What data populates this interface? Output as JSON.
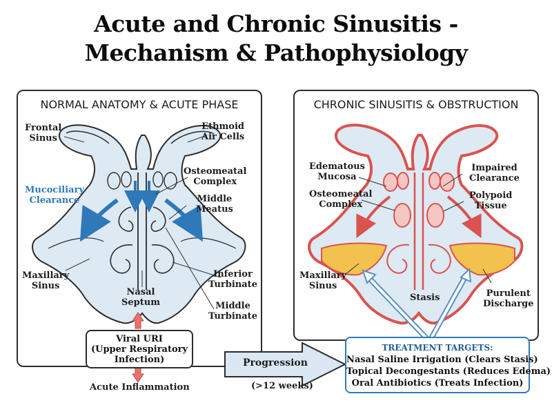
{
  "title": {
    "line1": "Acute and Chronic Sinusitis -",
    "line2": "Mechanism & Pathophysiology"
  },
  "left_panel": {
    "title": "NORMAL ANATOMY & ACUTE PHASE",
    "labels": {
      "frontal_sinus": "Frontal\nSinus",
      "ethmoid_air_cells": "Ethmoid\nAir Cells",
      "mucociliary_clearance": "Mucociliary\nClearance",
      "osteomeatal_complex": "Osteomeatal\nComplex",
      "middle_meatus": "Middle\nMeatus",
      "maxillary_sinus": "Maxillary\nSinus",
      "inferior_turbinate": "Inferior\nTurbinate",
      "nasal_septum": "Nasal\nSeptum",
      "middle_turbinate": "Middle\nTurbinate"
    }
  },
  "right_panel": {
    "title": "CHRONIC SINUSITIS & OBSTRUCTION",
    "labels": {
      "edematous_mucosa": "Edematous\nMucosa",
      "impaired_clearance": "Impaired\nClearance",
      "osteomeatal_complex": "Osteomeatal\nComplex",
      "polypoid_tissue": "Polypoid\nTissue",
      "maxillary_sinus": "Maxillary\nSinus",
      "stasis": "Stasis",
      "purulent_discharge": "Purulent\nDischarge"
    }
  },
  "flow": {
    "viral_uri": "Viral URI\n(Upper Respiratory\nInfection)",
    "acute_inflammation": "Acute Inflammation",
    "progression": "Progression",
    "duration": "(>12 weeks)"
  },
  "treatment": {
    "title": "TREATMENT TARGETS:",
    "items": [
      "Nasal Saline Irrigation (Clears Stasis)",
      "Topical Decongestants (Reduces Edema)",
      "Oral Antibiotics (Treats Infection)"
    ]
  },
  "colors": {
    "tissue_fill": "#dde9f3",
    "outline": "#2b2b2b",
    "accent_blue": "#2f79b8",
    "inflamed_red": "#d9534f",
    "inflamed_fill": "#f6c6c4",
    "pus_yellow": "#f2c14e"
  }
}
